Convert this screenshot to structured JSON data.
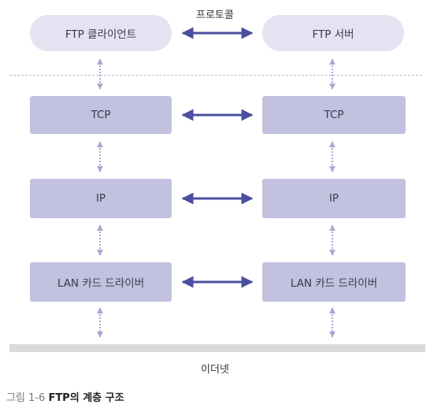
{
  "protocol_label": "프로토콜",
  "client": {
    "app": "FTP 클라이언트",
    "transport": "TCP",
    "network": "IP",
    "link": "LAN 카드 드라이버"
  },
  "server": {
    "app": "FTP 서버",
    "transport": "TCP",
    "network": "IP",
    "link": "LAN 카드 드라이버"
  },
  "ethernet_label": "이더넷",
  "caption": {
    "figure_number": "그림 1-6",
    "title": "FTP의 계층 구조"
  },
  "colors": {
    "app_box": "#e4e3f2",
    "layer_box": "#c2c1e0",
    "horizontal_arrow": "#4a4fa0",
    "vertical_arrow": "#a8a7d4",
    "ethernet_bar": "#d9d9d9"
  }
}
